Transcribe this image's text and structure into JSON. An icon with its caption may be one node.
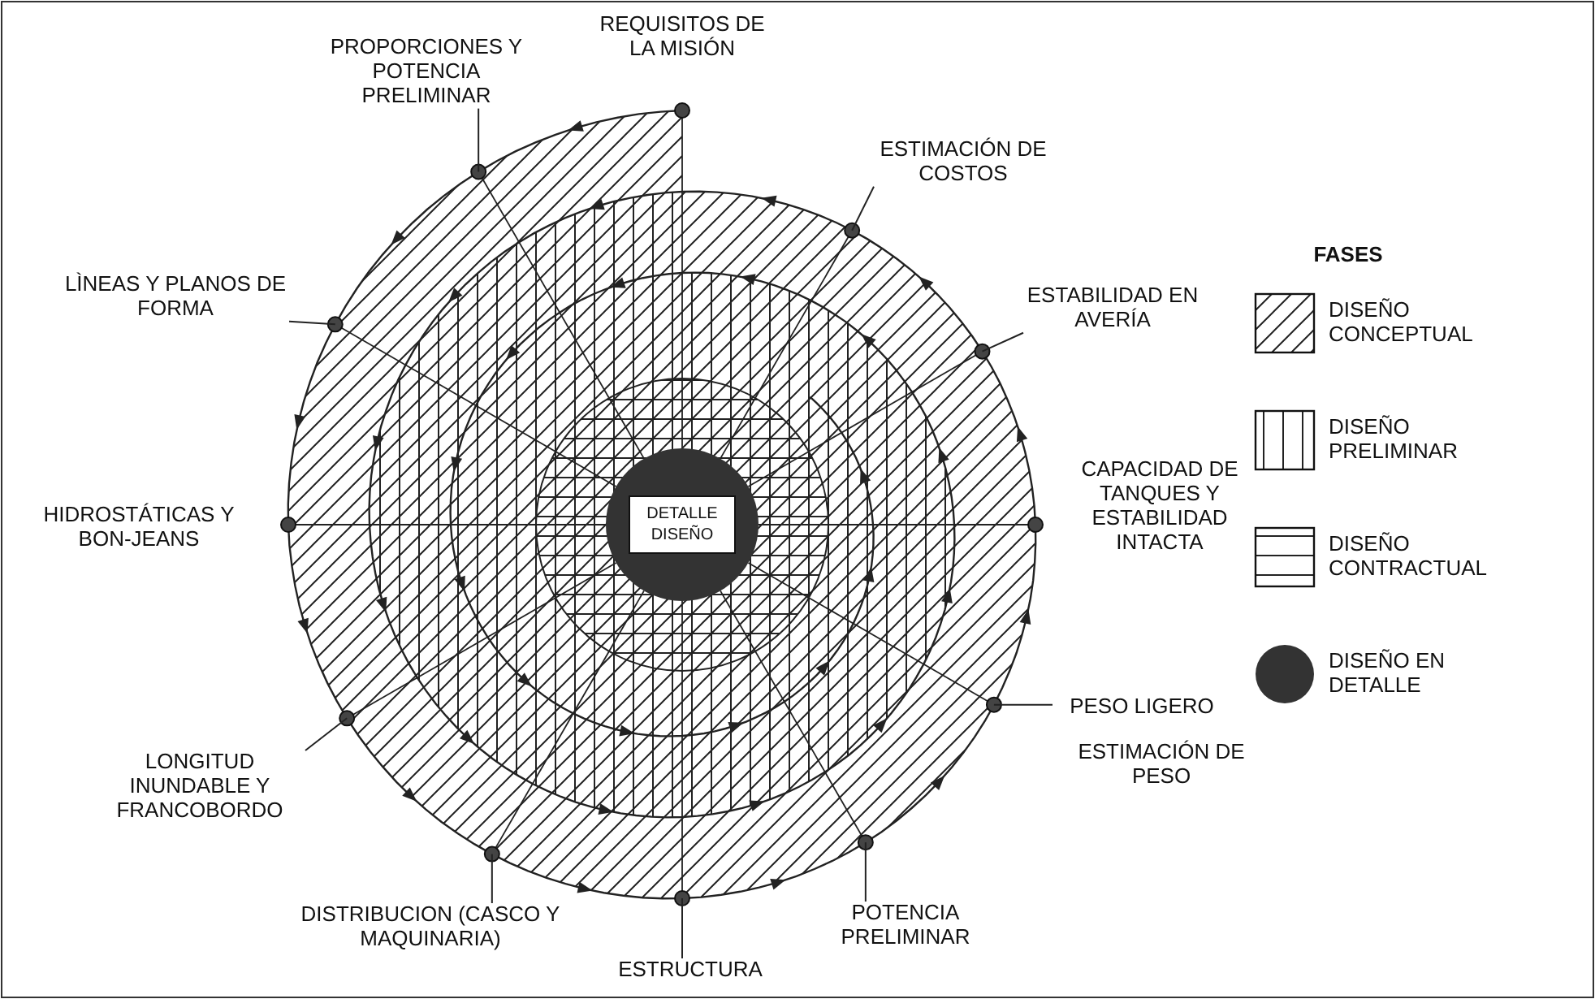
{
  "diagram": {
    "nodes": [
      {
        "text": [
          "DETALLE DISEÑO"
        ]
      },
      {
        "text": [
          "PROPORCIONES Y POTENCIA PRELIMINAR"
        ]
      },
      {
        "text": [
          "ESTIMACIÓN DE COSTOS"
        ]
      },
      {
        "text": [
          "LÌNEAS Y PLANOS DE FORMA"
        ]
      },
      {
        "text": [
          "ESTABILIDAD EN AVERÍA"
        ]
      },
      {
        "text": [
          "PESO LIGERO"
        ]
      },
      {
        "text": [
          "LONGITUD INUNDABLE Y FRANCOBORDO"
        ]
      },
      {
        "text": [
          "DISTRIBUCION (CASCO Y MAQUINARIA)"
        ]
      },
      {
        "text": [
          "POTENCIA PRELIMINAR"
        ]
      },
      {
        "text": [
          "ESTRUCTURA"
        ]
      }
    ],
    "edges": [
      {
        "from": 1,
        "to": null,
        "arrow": "none"
      },
      {
        "from": 2,
        "to": null,
        "arrow": "none"
      },
      {
        "from": 3,
        "to": null,
        "arrow": "none"
      },
      {
        "from": 4,
        "to": null,
        "arrow": "none"
      },
      {
        "from": 5,
        "to": null,
        "arrow": "none"
      },
      {
        "from": 6,
        "to": null,
        "arrow": "none"
      },
      {
        "from": 7,
        "to": null,
        "arrow": "none"
      },
      {
        "from": 8,
        "to": null,
        "arrow": "none"
      },
      {
        "from": 9,
        "to": null,
        "arrow": "none"
      }
    ],
    "labels": [
      "REQUISITOS DE LA MISIÓN",
      "HIDROSTÁTICAS Y BON-JEANS",
      "CAPACIDAD DE TANQUES Y ESTABILIDAD INTACTA",
      "ESTIMACIÓN DE PESO",
      "FASES"
    ],
    "legend": [
      {
        "text": "DISEÑO CONCEPTUAL"
      },
      {
        "text": "DISEÑO PRELIMINAR"
      },
      {
        "text": "DISEÑO CONTRACTUAL"
      },
      {
        "text": "DISEÑO EN DETALLE"
      }
    ]
  }
}
